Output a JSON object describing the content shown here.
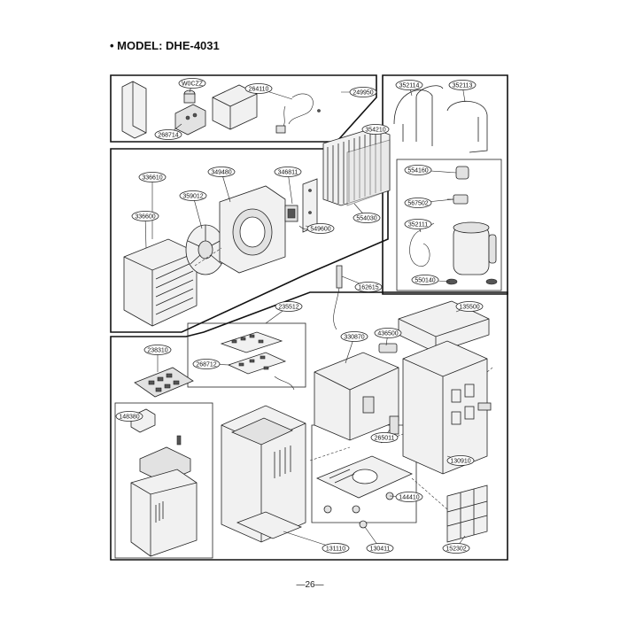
{
  "title": "• MODEL: DHE-4031",
  "page_number": "—26—",
  "parts": [
    {
      "id": "W0CZZ"
    },
    {
      "id": "264110"
    },
    {
      "id": "249950"
    },
    {
      "id": "268714"
    },
    {
      "id": "352114"
    },
    {
      "id": "352113"
    },
    {
      "id": "354210"
    },
    {
      "id": "336610"
    },
    {
      "id": "349480"
    },
    {
      "id": "346811"
    },
    {
      "id": "359012"
    },
    {
      "id": "336600"
    },
    {
      "id": "549600"
    },
    {
      "id": "554030"
    },
    {
      "id": "554160"
    },
    {
      "id": "567502"
    },
    {
      "id": "352111"
    },
    {
      "id": "550140"
    },
    {
      "id": "162615"
    },
    {
      "id": "235512"
    },
    {
      "id": "238310"
    },
    {
      "id": "268712"
    },
    {
      "id": "330870"
    },
    {
      "id": "436500"
    },
    {
      "id": "135500"
    },
    {
      "id": "148380"
    },
    {
      "id": "265011"
    },
    {
      "id": "130910"
    },
    {
      "id": "144410"
    },
    {
      "id": "131110"
    },
    {
      "id": "130411"
    },
    {
      "id": "152302"
    }
  ]
}
